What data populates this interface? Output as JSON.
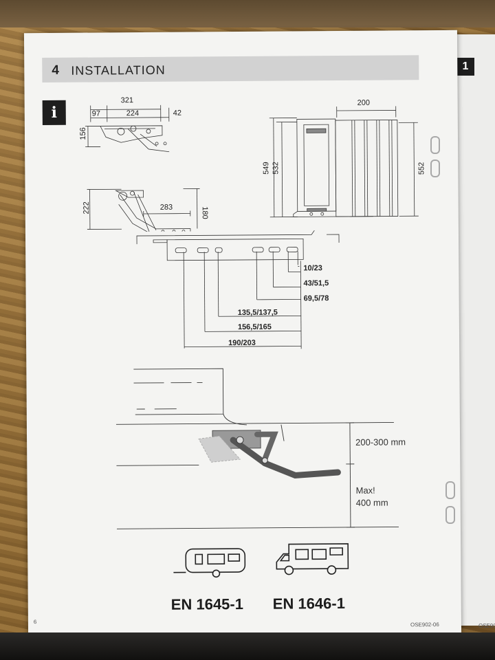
{
  "header": {
    "section_number": "4",
    "section_title": "INSTALLATION",
    "info_icon": "i"
  },
  "side_view": {
    "dim_321": "321",
    "dim_97": "97",
    "dim_224": "224",
    "dim_42": "42",
    "dim_156": "156",
    "dim_222": "222",
    "dim_283": "283",
    "dim_180": "180"
  },
  "front_view": {
    "dim_200": "200",
    "dim_549": "549",
    "dim_532": "532",
    "dim_552": "552"
  },
  "hole_pattern": {
    "rows": [
      "10/23",
      "43/51,5",
      "69,5/78",
      "135,5/137,5",
      "156,5/165",
      "190/203"
    ]
  },
  "mounting": {
    "clearance_label": "200-300 mm",
    "max_line1": "Max!",
    "max_line2": "400 mm"
  },
  "standards": {
    "caravan": "EN 1645-1",
    "motorhome": "EN 1646-1"
  },
  "footer": {
    "page_number": "6",
    "doc_code": "OSE902-06"
  },
  "next_page": {
    "section_number": "1",
    "doc_code": "OSE90"
  }
}
